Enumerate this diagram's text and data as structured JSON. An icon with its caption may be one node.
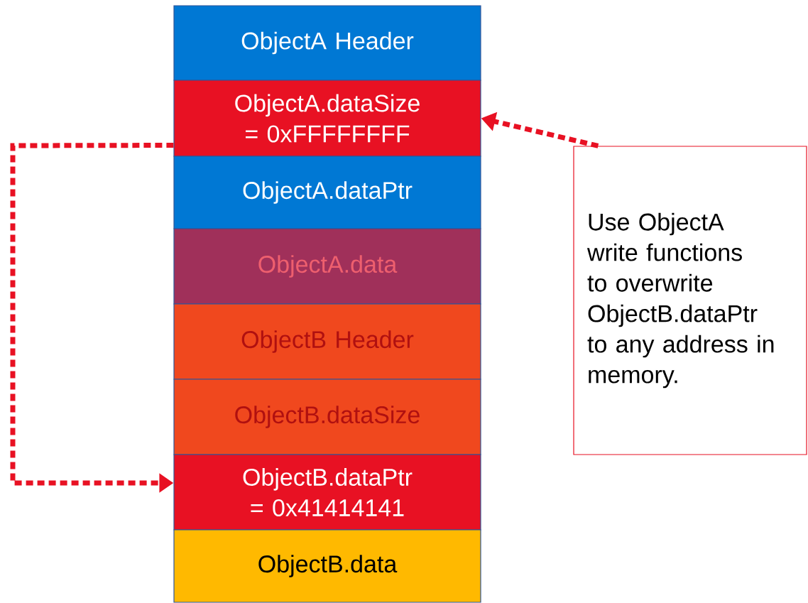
{
  "diagram": {
    "nodes": [
      {
        "text": [
          "ObjectA Header"
        ]
      },
      {
        "text": [
          "ObjectA.dataSize = 0xFFFFFFFF"
        ]
      },
      {
        "text": [
          "ObjectA.dataPtr"
        ]
      },
      {
        "text": [
          "ObjectA.data"
        ]
      },
      {
        "text": [
          "ObjectB Header"
        ]
      },
      {
        "text": [
          "ObjectB.dataSize"
        ]
      },
      {
        "text": [
          "ObjectB.dataPtr = 0x41414141"
        ]
      },
      {
        "text": [
          "ObjectB.data"
        ]
      },
      {
        "text": [
          "Use ObjectA write functions to overwrite ObjectB.dataPtr to any address in memory."
        ]
      }
    ],
    "edges": [
      {
        "from": 1,
        "to": 6,
        "arrow": "to",
        "style": "dashed"
      },
      {
        "from": 8,
        "to": 1,
        "arrow": "to",
        "style": "dashed"
      }
    ]
  }
}
